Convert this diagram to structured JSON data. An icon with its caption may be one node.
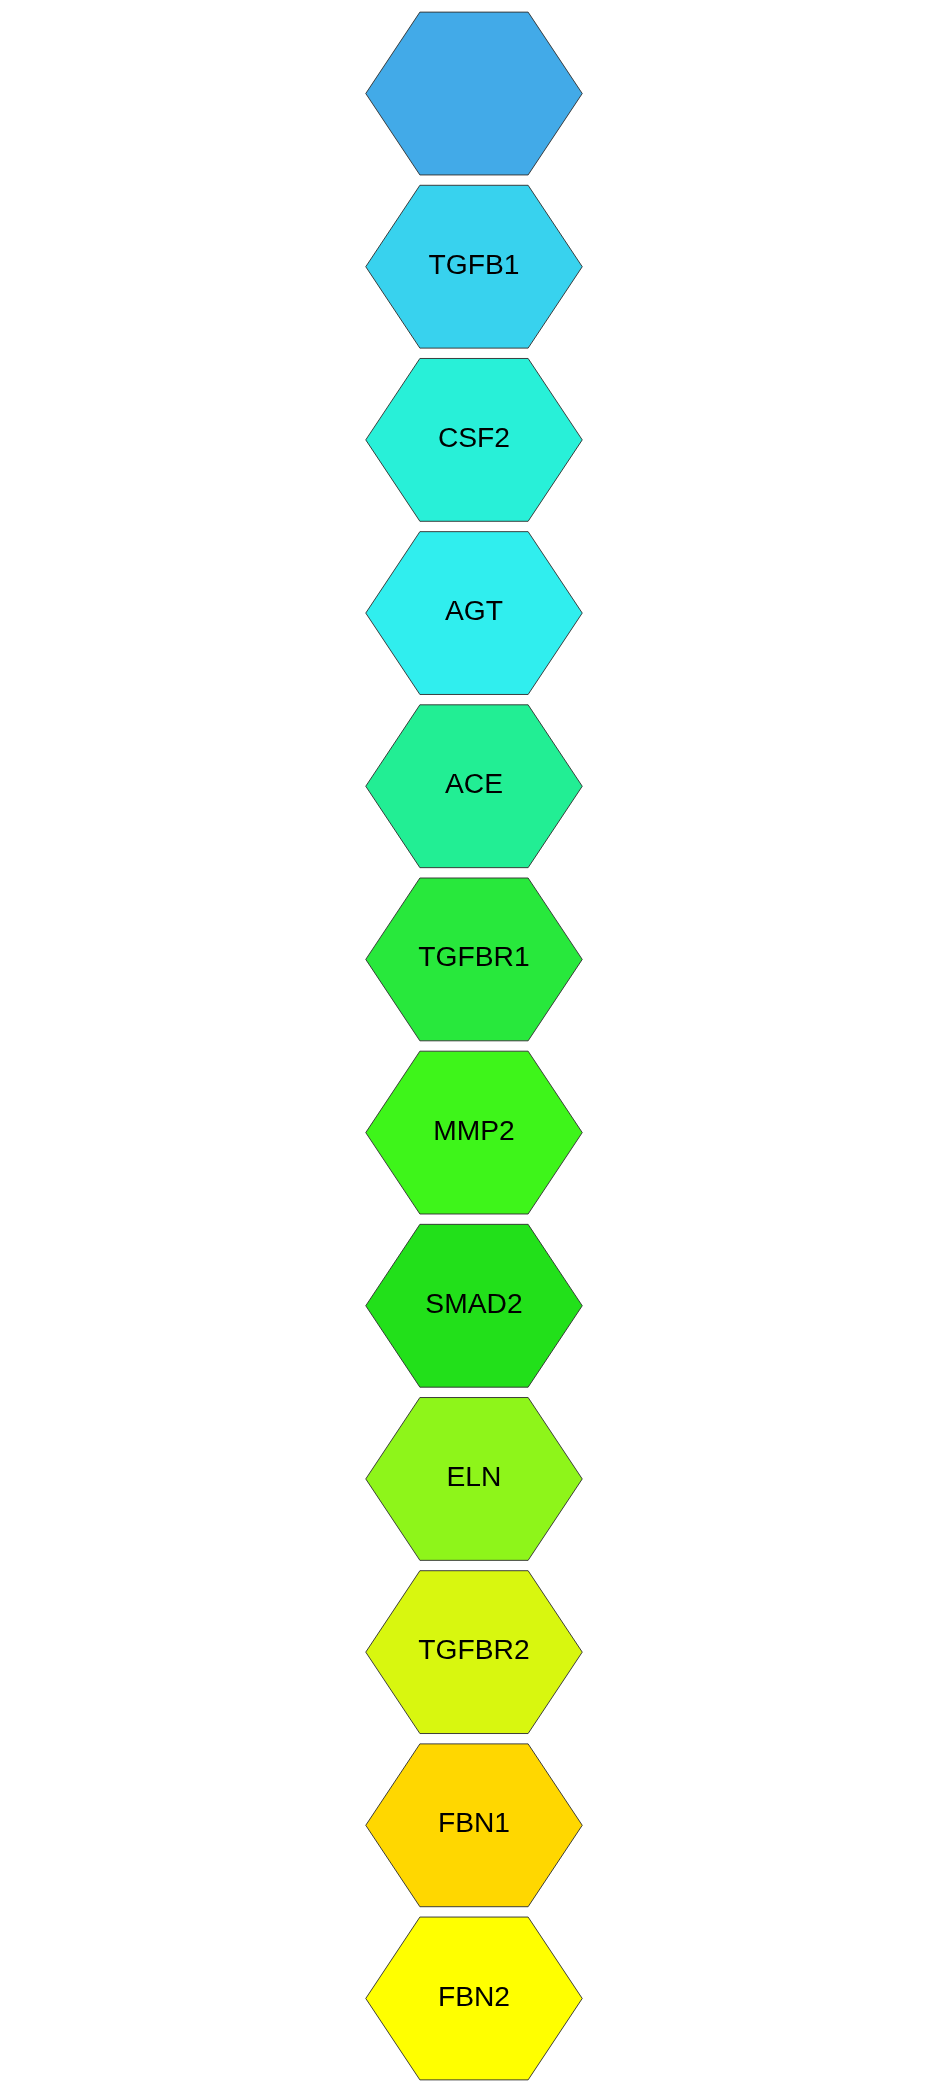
{
  "diagram": {
    "nodes": [
      {
        "text": [
          "FBN2"
        ]
      },
      {
        "text": [
          "FBN1"
        ]
      },
      {
        "text": [
          "TGFBR2"
        ]
      },
      {
        "text": [
          "ELN"
        ]
      },
      {
        "text": [
          "SMAD2"
        ]
      },
      {
        "text": [
          "MMP2"
        ]
      },
      {
        "text": [
          "TGFBR1"
        ]
      },
      {
        "text": [
          "ACE"
        ]
      },
      {
        "text": [
          "AGT"
        ]
      },
      {
        "text": [
          "CSF2"
        ]
      },
      {
        "text": [
          "TGFB1"
        ]
      },
      {
        "text": [],
        "shape": "hexagon"
      }
    ]
  }
}
